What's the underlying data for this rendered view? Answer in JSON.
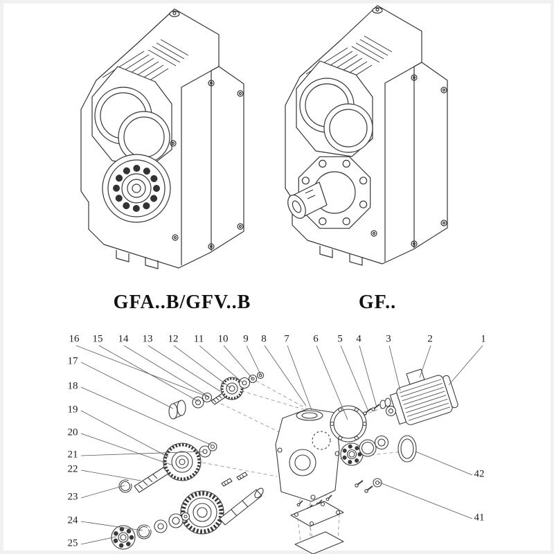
{
  "page": {
    "left_model_label": "GFA..B/GFV..B",
    "right_model_label": "GF.."
  },
  "exploded": {
    "top_row": [
      "16",
      "15",
      "14",
      "13",
      "12",
      "11",
      "10",
      "9",
      "8",
      "7",
      "6",
      "5",
      "4",
      "3",
      "2",
      "1"
    ],
    "left_column": [
      "17",
      "18",
      "19",
      "20",
      "21",
      "22",
      "23",
      "24",
      "25"
    ],
    "right_column": [
      "42",
      "41"
    ]
  }
}
